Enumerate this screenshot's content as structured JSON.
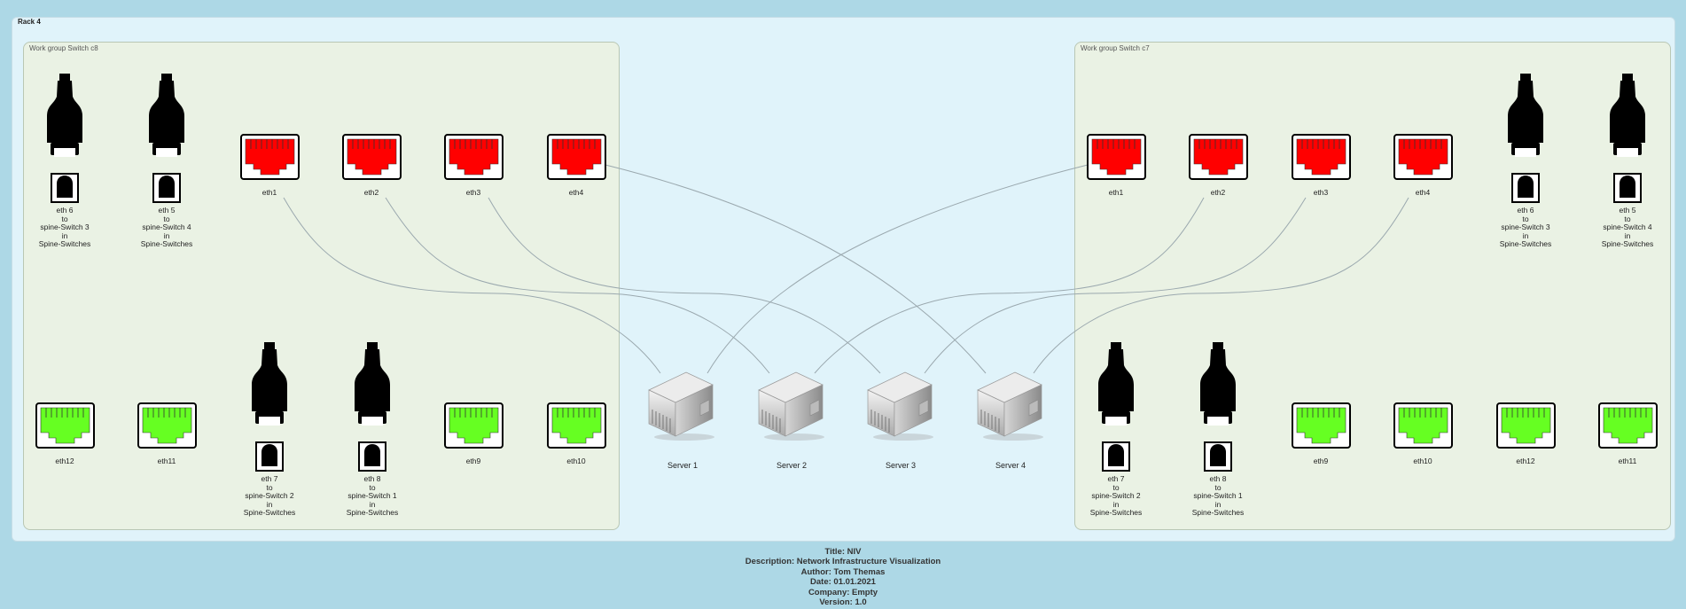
{
  "rack": {
    "label": "Rack 4"
  },
  "groups": [
    {
      "label": "Work group Switch c8"
    },
    {
      "label": "Work group Switch c7"
    }
  ],
  "left": {
    "uplinks_top": [
      "eth 6\nto\nspine-Switch 3\nin\nSpine-Switches",
      "eth 5\nto\nspine-Switch 4\nin\nSpine-Switches"
    ],
    "red_ports": [
      "eth1",
      "eth2",
      "eth3",
      "eth4"
    ],
    "green_bottom_a": [
      "eth12",
      "eth11"
    ],
    "uplinks_bottom": [
      "eth 7\nto\nspine-Switch 2\nin\nSpine-Switches",
      "eth 8\nto\nspine-Switch 1\nin\nSpine-Switches"
    ],
    "green_bottom_b": [
      "eth9",
      "eth10"
    ]
  },
  "right": {
    "red_ports": [
      "eth1",
      "eth2",
      "eth3",
      "eth4"
    ],
    "uplinks_top": [
      "eth 6\nto\nspine-Switch 3\nin\nSpine-Switches",
      "eth 5\nto\nspine-Switch 4\nin\nSpine-Switches"
    ],
    "uplinks_bottom": [
      "eth 7\nto\nspine-Switch 2\nin\nSpine-Switches",
      "eth 8\nto\nspine-Switch 1\nin\nSpine-Switches"
    ],
    "green_bottom": [
      "eth9",
      "eth10",
      "eth12",
      "eth11"
    ]
  },
  "servers": [
    "Server 1",
    "Server 2",
    "Server 3",
    "Server 4"
  ],
  "colors": {
    "port_active": "#ff0000",
    "port_idle": "#66ff22",
    "cable": "#9aa8ae"
  },
  "footer": {
    "title": "Title: NIV",
    "description": "Description: Network Infrastructure Visualization",
    "author": "Author: Tom Themas",
    "date": "Date: 01.01.2021",
    "company": "Company: Empty",
    "version": "Version: 1.0"
  }
}
